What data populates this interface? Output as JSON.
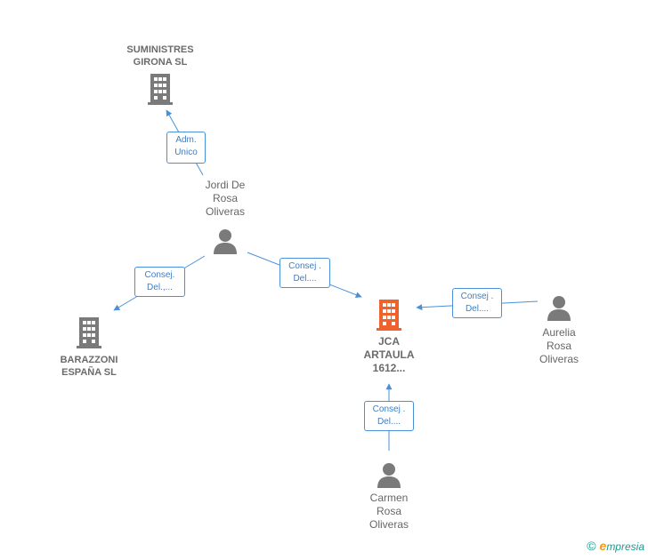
{
  "nodes": {
    "suministres": {
      "name": "SUMINISTRES\nGIRONA  SL",
      "kind": "company",
      "icon": "building-icon"
    },
    "jordi": {
      "name": "Jordi De\nRosa\nOliveras",
      "kind": "person",
      "icon": "person-icon"
    },
    "barazzoni": {
      "name": "BARAZZONI\nESPAÑA SL",
      "kind": "company",
      "icon": "building-icon"
    },
    "jca": {
      "name": "JCA\nARTAULA\n1612...",
      "kind": "company-focus",
      "icon": "building-icon"
    },
    "aurelia": {
      "name": "Aurelia\nRosa\nOliveras",
      "kind": "person",
      "icon": "person-icon"
    },
    "carmen": {
      "name": "Carmen\nRosa\nOliveras",
      "kind": "person",
      "icon": "person-icon"
    }
  },
  "edges": {
    "jordi_suministres": {
      "label": "Adm.\nUnico"
    },
    "jordi_barazzoni": {
      "label": "Consej.\nDel.,..."
    },
    "jordi_jca": {
      "label": "Consej .\nDel...."
    },
    "aurelia_jca": {
      "label": "Consej .\nDel...."
    },
    "carmen_jca": {
      "label": "Consej .\nDel...."
    }
  },
  "colors": {
    "company": "#7a7a7a",
    "focus_company": "#f0622d",
    "person": "#7a7a7a",
    "edge": "#4a90d9",
    "text": "#666666"
  },
  "footer": {
    "copyright": "©",
    "brand_e": "e",
    "brand_rest": "mpresia"
  }
}
